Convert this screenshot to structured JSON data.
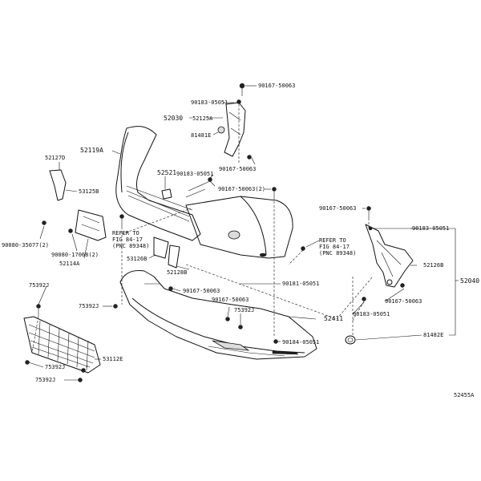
{
  "diagram_id": "52455A",
  "labels": {
    "l_90167_50063_top": "90167-50063",
    "l_90183_05051_top": "90183-05051",
    "l_52030": "52030",
    "l_52125A": "52125A",
    "l_81481E": "81481E",
    "l_90167_50063_mid": "90167-50063",
    "l_52119A": "52119A",
    "l_52521": "52521",
    "l_90183_05051_mid": "90183-05051",
    "l_90167_50063_2": "90167-50063(2)",
    "l_52127D": "52127D",
    "l_53125B": "53125B",
    "l_90080_35077": "90080-35077(2)",
    "l_90080_17068": "90080-17068(2)",
    "l_52114A": "52114A",
    "l_refer1_a": "REFER TO",
    "l_refer1_b": "FIG 84-17",
    "l_refer1_c": "(PNC 89348)",
    "l_53126B": "53126B",
    "l_52128B": "52128B",
    "l_90167_50063_right": "90167-50063",
    "l_90183_05051_right": "90183-05051",
    "l_refer2_a": "REFER TO",
    "l_refer2_b": "FIG 84-17",
    "l_refer2_c": "(PNC 89348)",
    "l_52126B": "52126B",
    "l_52040": "52040",
    "l_90167_50063_r2": "90167-50063",
    "l_90181_05051": "90181-05051",
    "l_90167_50063_low": "90167-50063",
    "l_75392J_1": "75392J",
    "l_75392J_2": "75392J",
    "l_90167_50063_c": "90167-50063",
    "l_75392J_3": "75392J",
    "l_52411": "52411",
    "l_90183_05051_low": "90183-05051",
    "l_90184_05051": "90184-05051",
    "l_53112E": "53112E",
    "l_75392J_4": "75392J",
    "l_75392J_5": "75392J",
    "l_81482E": "81482E"
  }
}
